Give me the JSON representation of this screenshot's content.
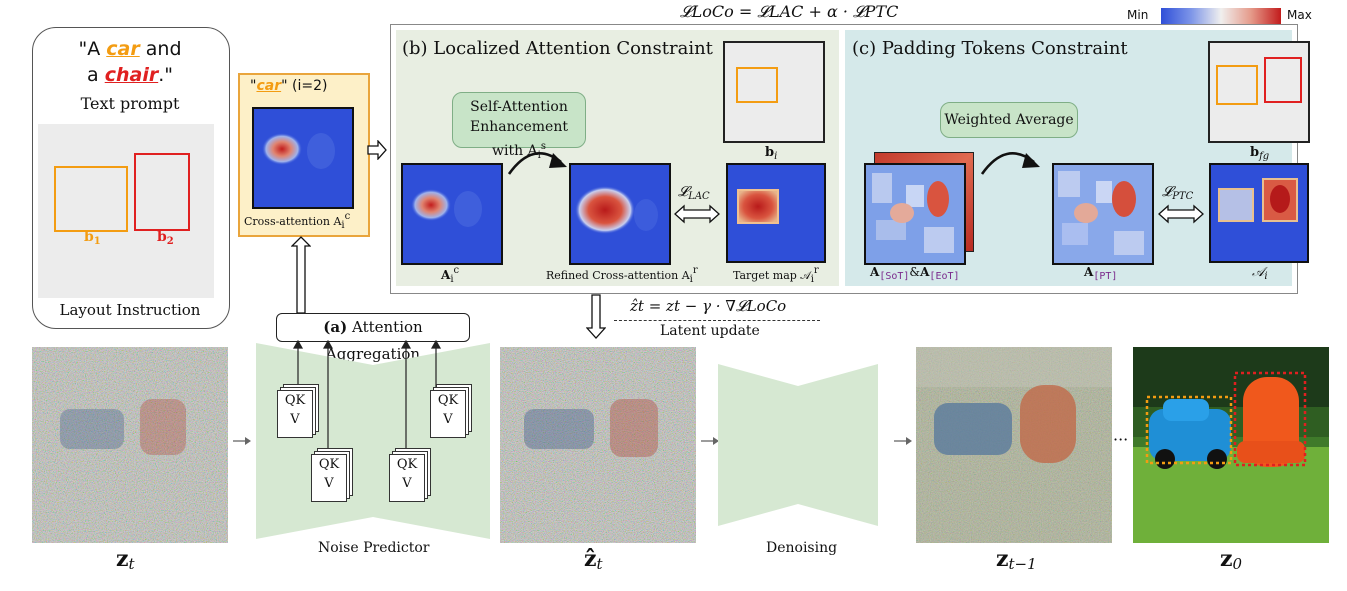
{
  "header": {
    "loss_formula": "𝓛LoCo = 𝓛LAC + α · 𝓛PTC",
    "colorbar_min": "Min",
    "colorbar_max": "Max"
  },
  "prompt": {
    "line1_pre": "\"A ",
    "car": "car",
    "line1_post": " and",
    "line2_pre": "a ",
    "chair": "chair",
    "line2_post": ".\"",
    "caption": "Text prompt",
    "box1": "b",
    "box1_sub": "1",
    "box2": "b",
    "box2_sub": "2",
    "layout_caption": "Layout Instruction"
  },
  "car_panel": {
    "title_q1": "\"",
    "title_word": "car",
    "title_q2": "\" (i=2)",
    "caption": "Cross-attention A",
    "caption_sub": "i",
    "caption_sup": "c"
  },
  "panel_b": {
    "title": "(b) Localized Attention Constraint",
    "pill": "Self-Attention Enhancement with A",
    "pill_sub": "i",
    "pill_sup": "s",
    "lbl_a": "A",
    "lbl_a_sub": "i",
    "lbl_a_sup": "c",
    "lbl_refined": "Refined Cross-attention A",
    "lbl_refined_sub": "i",
    "lbl_refined_sup": "r",
    "lbl_target": "Target map 𝒜",
    "lbl_target_sub": "i",
    "lbl_target_sup": "r",
    "lbl_bi": "b",
    "lbl_bi_sub": "i",
    "loss_lac": "𝓛",
    "loss_lac_sub": "LAC"
  },
  "panel_c": {
    "title": "(c) Padding Tokens Constraint",
    "pill": "Weighted Average",
    "lbl_sot": "A",
    "lbl_sot_sub": "[SoT]",
    "lbl_amp": "&",
    "lbl_eot": "A",
    "lbl_eot_sub": "[EoT]",
    "lbl_pt": "A",
    "lbl_pt_sub": "[PT]",
    "lbl_ai": "𝒜",
    "lbl_ai_sub": "i",
    "lbl_bfg": "b",
    "lbl_bfg_sub": "fg",
    "loss_ptc": "𝓛",
    "loss_ptc_sub": "PTC"
  },
  "update": {
    "formula": "ẑt = zt − γ · ∇𝓛LoCo",
    "caption": "Latent update"
  },
  "aggregation": {
    "label_bold": "(a)",
    "label": "Attention Aggregation"
  },
  "qk": {
    "q": "QK",
    "v": "V"
  },
  "bottom": {
    "zt": "z",
    "zt_sub": "t",
    "noise_predictor": "Noise Predictor",
    "zhat": "ẑ",
    "zhat_sub": "t",
    "denoising": "Denoising",
    "zt1": "z",
    "zt1_sub": "t−1",
    "ellipsis": "···",
    "z0": "z",
    "z0_sub": "0"
  },
  "colors": {
    "orange": "#f39c12",
    "red": "#e02020",
    "heat_blue": "#2f4fd8",
    "green_panel": "#e8eee2",
    "teal_panel": "#d5e9ea",
    "unet_green": "#d6e8d2"
  }
}
